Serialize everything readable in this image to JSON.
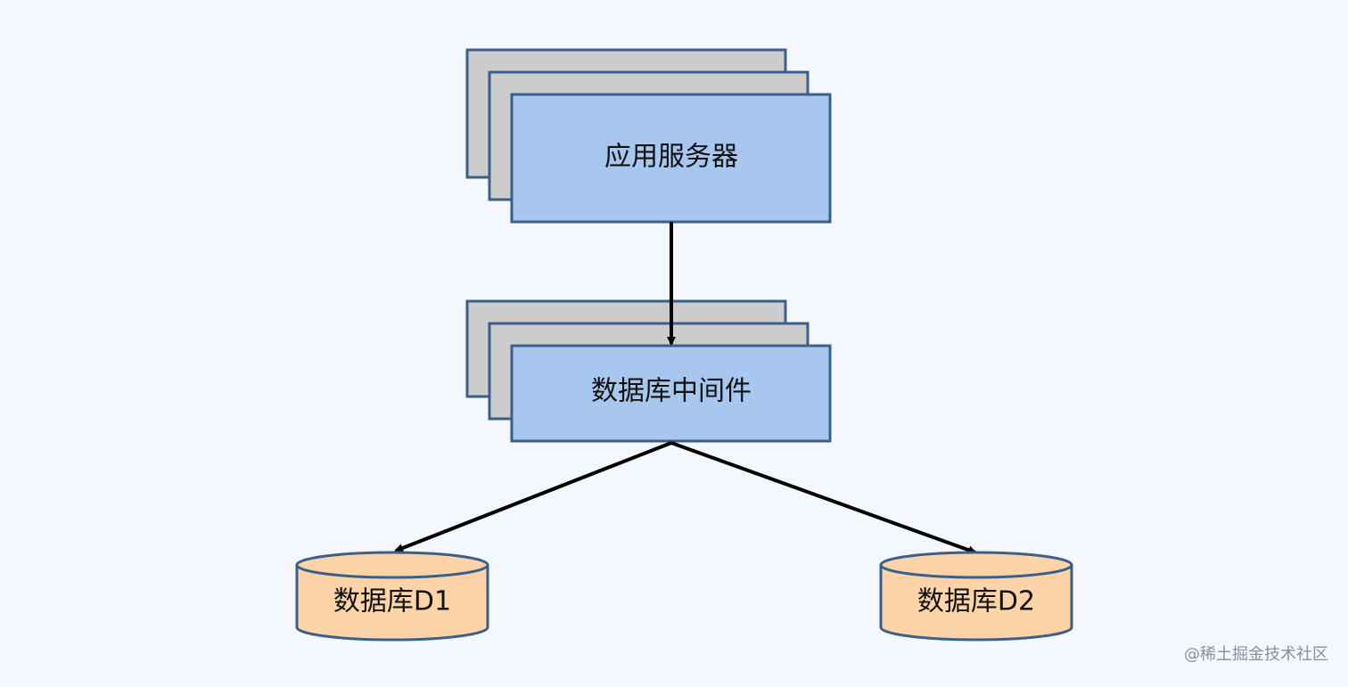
{
  "nodes": {
    "app_server": {
      "label": "应用服务器"
    },
    "middleware": {
      "label": "数据库中间件"
    },
    "db1": {
      "label": "数据库D1"
    },
    "db2": {
      "label": "数据库D2"
    }
  },
  "edges": [
    {
      "from": "app_server",
      "to": "middleware"
    },
    {
      "from": "middleware",
      "to": "db1"
    },
    {
      "from": "middleware",
      "to": "db2"
    }
  ],
  "watermark": "@稀土掘金技术社区",
  "colors": {
    "background": "#f4f8fe",
    "box_front": "#a7c7ef",
    "box_shadow": "#cccccc",
    "border": "#3a5f8a",
    "cylinder": "#fdd3a8",
    "arrow": "#000000"
  }
}
